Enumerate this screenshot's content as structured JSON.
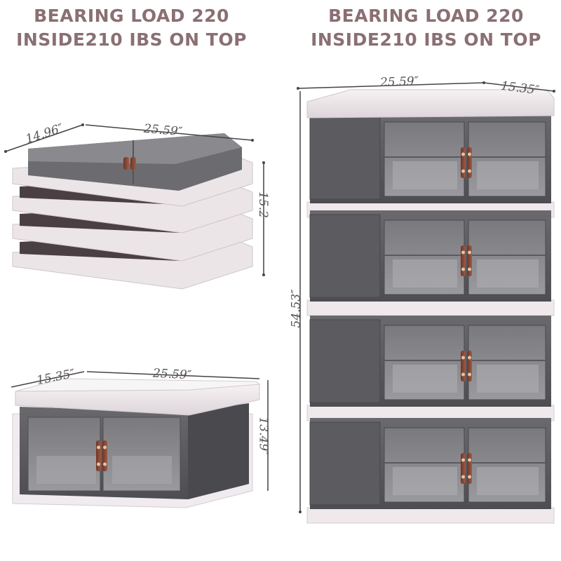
{
  "headline_left": {
    "line1": "BEARING LOAD 220",
    "line2": "INSIDE210 IBS ON TOP"
  },
  "headline_right": {
    "line1": "BEARING LOAD 220",
    "line2": "INSIDE210 IBS ON TOP"
  },
  "dims": {
    "folded_depth": "14.96″",
    "folded_width": "25.59″",
    "folded_height": "15.2",
    "single_depth": "15.35″",
    "single_width": "25.59″",
    "single_height": "13.49″",
    "tower_width": "25.59″",
    "tower_depth": "15.35″",
    "tower_height": "54.53″"
  },
  "colors": {
    "headline": "#8a6f73",
    "box_body": "#5a5a5e",
    "lid": "#efe9ec",
    "handle": "#8b4a3a"
  }
}
